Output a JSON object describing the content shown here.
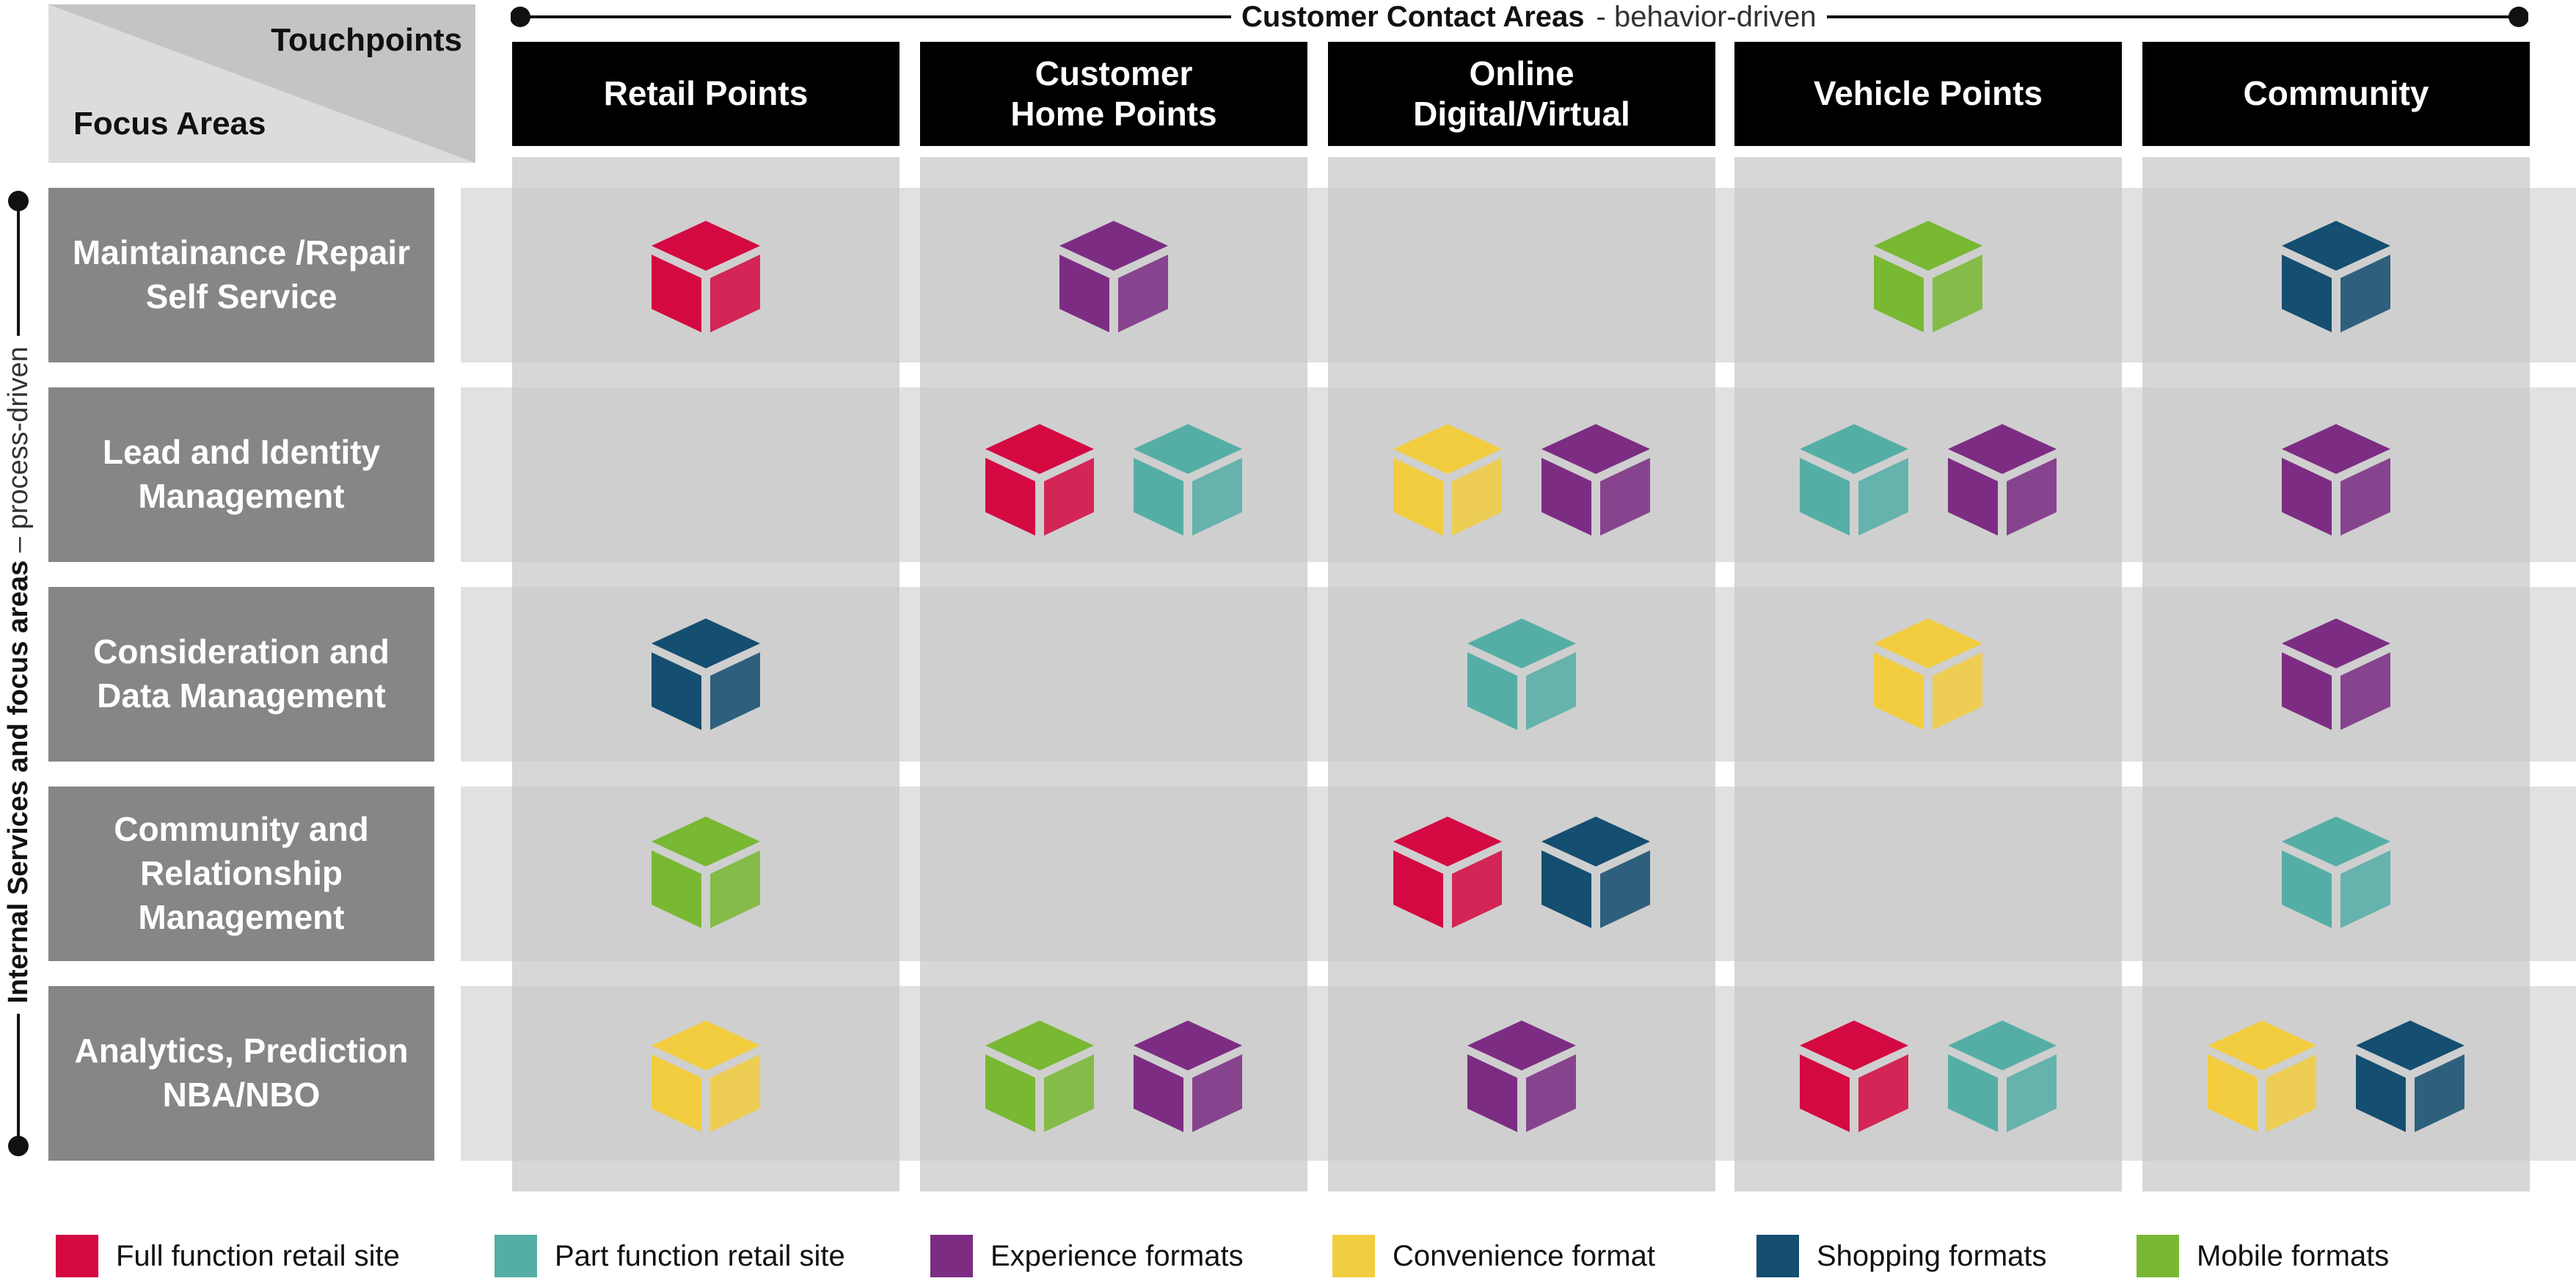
{
  "header": {
    "corner_top": "Touchpoints",
    "corner_bottom": "Focus Areas",
    "top_title_bold": "Customer Contact Areas",
    "top_title_sub": "- behavior-driven",
    "left_title_bold": "Internal Services and focus areas",
    "left_title_sub": " – process-driven"
  },
  "columns": [
    {
      "label": "Retail Points"
    },
    {
      "label": "Customer\nHome Points"
    },
    {
      "label": "Online\nDigital/Virtual"
    },
    {
      "label": "Vehicle Points"
    },
    {
      "label": "Community"
    }
  ],
  "rows": [
    {
      "label": "Maintainance /Repair\nSelf Service"
    },
    {
      "label": "Lead and Identity\nManagement"
    },
    {
      "label": "Consideration and\nData Management"
    },
    {
      "label": "Community and\nRelationship\nManagement"
    },
    {
      "label": "Analytics, Prediction\nNBA/NBO"
    }
  ],
  "formats": {
    "full": {
      "label": "Full function retail site",
      "color": "#d40942"
    },
    "part": {
      "label": "Part function retail site",
      "color": "#55aea6"
    },
    "experience": {
      "label": "Experience formats",
      "color": "#7c2d83"
    },
    "convenience": {
      "label": "Convenience format",
      "color": "#f2cd3f"
    },
    "shopping": {
      "label": "Shopping formats",
      "color": "#144e70"
    },
    "mobile": {
      "label": "Mobile formats",
      "color": "#79b833"
    }
  },
  "legend_order": [
    "full",
    "part",
    "experience",
    "convenience",
    "shopping",
    "mobile"
  ],
  "matrix": [
    [
      [
        "full"
      ],
      [
        "experience"
      ],
      [],
      [
        "mobile"
      ],
      [
        "shopping"
      ]
    ],
    [
      [],
      [
        "full",
        "part"
      ],
      [
        "convenience",
        "experience"
      ],
      [
        "part",
        "experience"
      ],
      [
        "experience"
      ]
    ],
    [
      [
        "shopping"
      ],
      [],
      [
        "part"
      ],
      [
        "convenience"
      ],
      [
        "experience"
      ]
    ],
    [
      [
        "mobile"
      ],
      [],
      [
        "full",
        "shopping"
      ],
      [],
      [
        "part"
      ]
    ],
    [
      [
        "convenience"
      ],
      [
        "mobile",
        "experience"
      ],
      [
        "experience"
      ],
      [
        "full",
        "part"
      ],
      [
        "convenience",
        "shopping"
      ]
    ]
  ]
}
